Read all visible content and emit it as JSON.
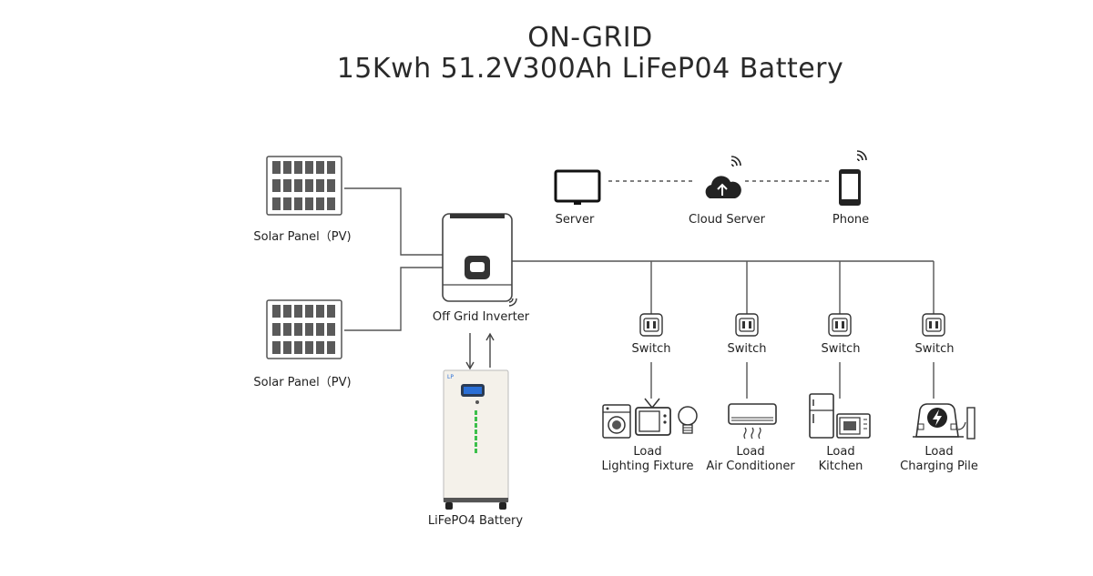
{
  "title": {
    "line1": "ON-GRID",
    "line2": "15Kwh 51.2V300Ah LiFeP04 Battery"
  },
  "solar_panels": [
    {
      "label": "Solar Panel（PV)"
    },
    {
      "label": "Solar Panel（PV)"
    }
  ],
  "inverter": {
    "label": "Off Grid Inverter"
  },
  "battery": {
    "label": "LiFePO4 Battery"
  },
  "network": [
    {
      "label": "Server",
      "icon": "monitor-icon"
    },
    {
      "label": "Cloud Server",
      "icon": "cloud-upload-icon"
    },
    {
      "label": "Phone",
      "icon": "smartphone-icon"
    }
  ],
  "branches": [
    {
      "switch_label": "Switch",
      "load_label": "Load",
      "load_name": "Lighting Fixture",
      "icons": [
        "washing-machine-icon",
        "tv-icon",
        "light-bulb-icon"
      ]
    },
    {
      "switch_label": "Switch",
      "load_label": "Load",
      "load_name": "Air Conditioner",
      "icons": [
        "air-conditioner-icon"
      ]
    },
    {
      "switch_label": "Switch",
      "load_label": "Load",
      "load_name": "Kitchen",
      "icons": [
        "refrigerator-icon",
        "microwave-icon"
      ]
    },
    {
      "switch_label": "Switch",
      "load_label": "Load",
      "load_name": "Charging Pile",
      "icons": [
        "ev-charger-icon"
      ]
    }
  ],
  "colors": {
    "line": "#444444",
    "accent_green": "#3bbf4a",
    "screen_blue": "#2a6fd6"
  }
}
